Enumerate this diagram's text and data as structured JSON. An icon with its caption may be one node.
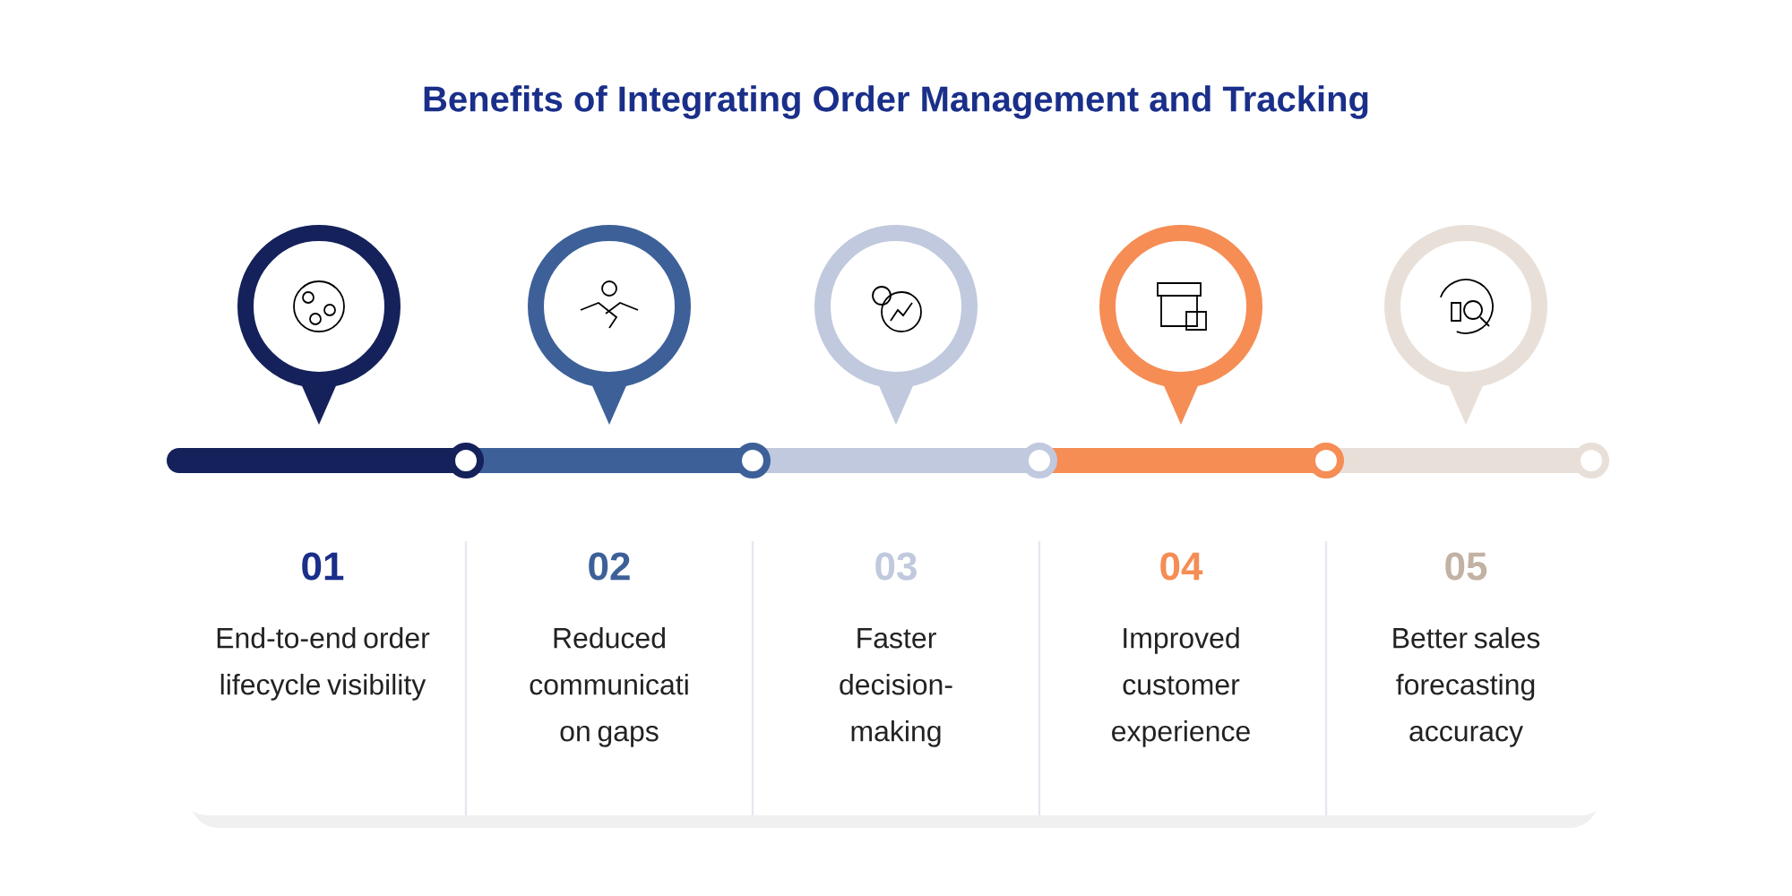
{
  "diagram": {
    "title": "Benefits of Integrating Order Management and Tracking",
    "nodes": [
      {
        "text": [],
        "shape": "circle"
      },
      {
        "text": [],
        "shape": "circle"
      },
      {
        "text": [],
        "shape": "circle"
      },
      {
        "text": [],
        "shape": "circle"
      },
      {
        "text": [],
        "shape": "circle"
      },
      {
        "text": [
          "01",
          "End-to-end order lifecycle visibility"
        ]
      },
      {
        "text": [
          "02",
          "Reduced communicati on gaps"
        ]
      },
      {
        "text": [
          "03",
          "Faster decision-making"
        ]
      },
      {
        "text": [
          "04",
          "Improved customer experience"
        ]
      },
      {
        "text": [
          "05",
          "Better sales forecasting accuracy"
        ]
      }
    ],
    "edges": []
  }
}
